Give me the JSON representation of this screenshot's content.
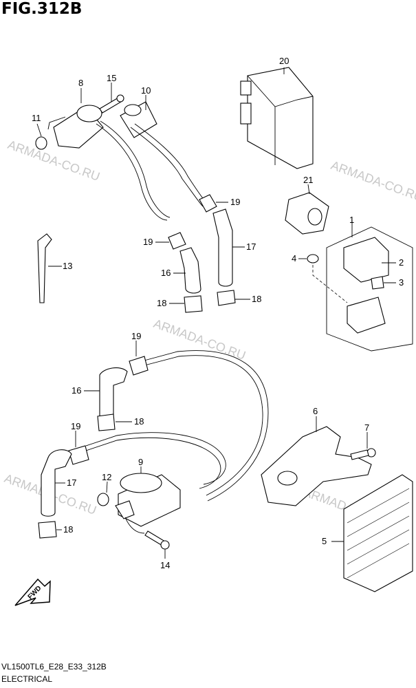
{
  "figure_title": "FIG.312B",
  "footer": {
    "model_code": "VL1500TL6_E28_E33_312B",
    "section_name": "ELECTRICAL"
  },
  "watermark_text": "ARMADA-CO.RU",
  "fwd_label": "FWD",
  "callouts": [
    "20",
    "8",
    "15",
    "10",
    "11",
    "21",
    "19",
    "1",
    "2",
    "4",
    "3",
    "13",
    "19",
    "17",
    "16",
    "18",
    "18",
    "19",
    "16",
    "18",
    "6",
    "7",
    "19",
    "17",
    "9",
    "12",
    "5",
    "18",
    "14"
  ]
}
